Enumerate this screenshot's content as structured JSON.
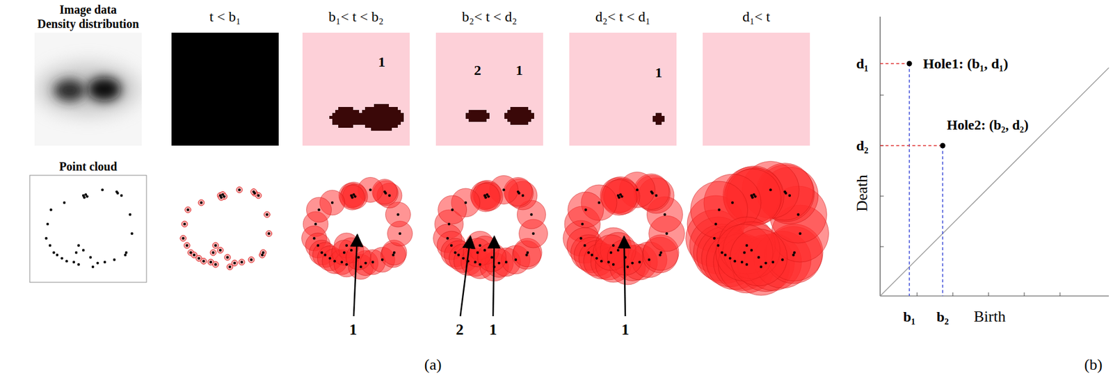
{
  "diagram": {
    "labels": [
      "Image data",
      "Density distribution",
      "t < b₁",
      "b₁< t < b₂",
      "b₂< t < d₂",
      "d₂< t < d₁",
      "d₁< t",
      "1",
      "2",
      "1",
      "1",
      "Point cloud",
      "1",
      "2",
      "1",
      "1",
      "(a)",
      "d₁",
      "Hole1: (b₁, d₁)",
      "d₂",
      "Hole2: (b₂, d₂)",
      "Death",
      "b₁",
      "b₂",
      "Birth",
      "(b)"
    ]
  }
}
